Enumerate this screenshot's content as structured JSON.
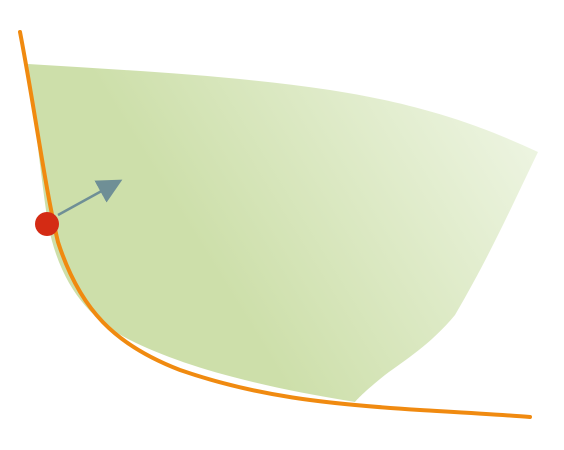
{
  "diagram": {
    "elements": [
      "feasible-region",
      "indifference-curve",
      "optimal-point",
      "gradient-arrow"
    ],
    "colors": {
      "region_light": "#eef5e3",
      "region_dark": "#cddfaa",
      "curve": "#f08a10",
      "point": "#d42b14",
      "arrow": "#6f8f96"
    }
  }
}
